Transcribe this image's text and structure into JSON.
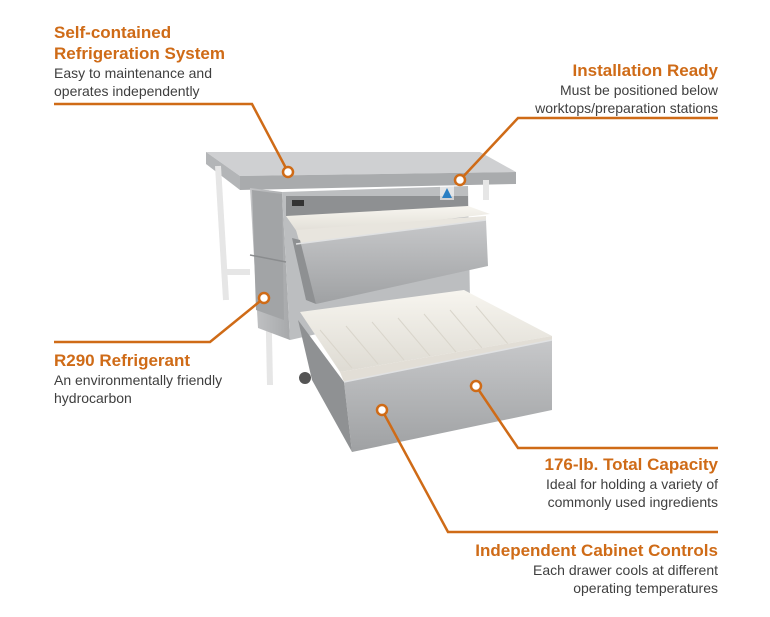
{
  "accent_color": "#cf6b17",
  "callouts": {
    "self_contained": {
      "title": "Self-contained Refrigeration System",
      "desc": "Easy to maintenance and operates independently"
    },
    "installation": {
      "title": "Installation Ready",
      "desc": "Must be positioned below worktops/preparation stations"
    },
    "r290": {
      "title": "R290 Refrigerant",
      "desc": "An environmentally friendly hydrocarbon"
    },
    "capacity": {
      "title": "176-lb. Total Capacity",
      "desc": "Ideal for holding a variety of commonly used ingredients"
    },
    "controls": {
      "title": "Independent Cabinet Controls",
      "desc": "Each drawer cools at different operating temperatures"
    }
  },
  "product": {
    "name": "refrigerated-drawer-unit-under-worktop",
    "brand_logo_icon": "triangle-logo-icon"
  }
}
